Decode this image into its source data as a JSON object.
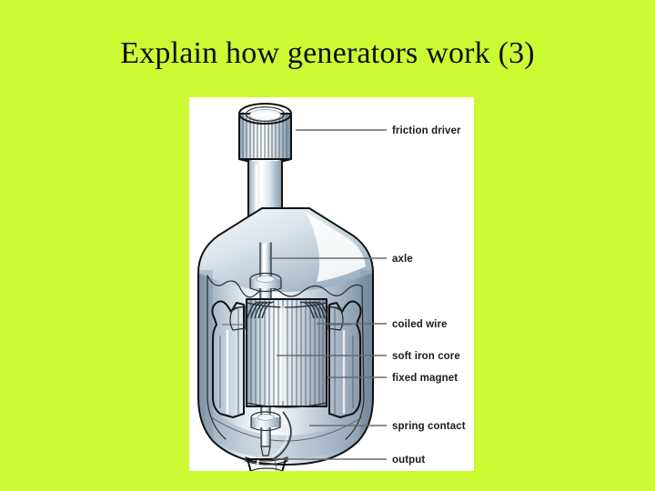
{
  "slide": {
    "title": "Explain how generators work (3)",
    "background_color": "#ccfb33",
    "title_color": "#120d12"
  },
  "figure": {
    "name": "bicycle-dynamo-generator-cutaway",
    "panel_background": "#ffffff",
    "labels": [
      {
        "id": "friction-driver",
        "text": "friction driver"
      },
      {
        "id": "axle",
        "text": "axle"
      },
      {
        "id": "coiled-wire",
        "text": "coiled wire"
      },
      {
        "id": "soft-iron-core",
        "text": "soft iron core"
      },
      {
        "id": "fixed-magnet",
        "text": "fixed magnet"
      },
      {
        "id": "spring-contact",
        "text": "spring contact"
      },
      {
        "id": "output",
        "text": "output"
      }
    ],
    "label_color": "#1b1b1b",
    "leader_color": "#6b6b6b",
    "metal_colors": {
      "highlight": "#ffffff",
      "light": "#e8eef3",
      "mid": "#c3d0da",
      "shade": "#8fa3b2",
      "dark": "#5d7283",
      "outline": "#111111"
    }
  }
}
